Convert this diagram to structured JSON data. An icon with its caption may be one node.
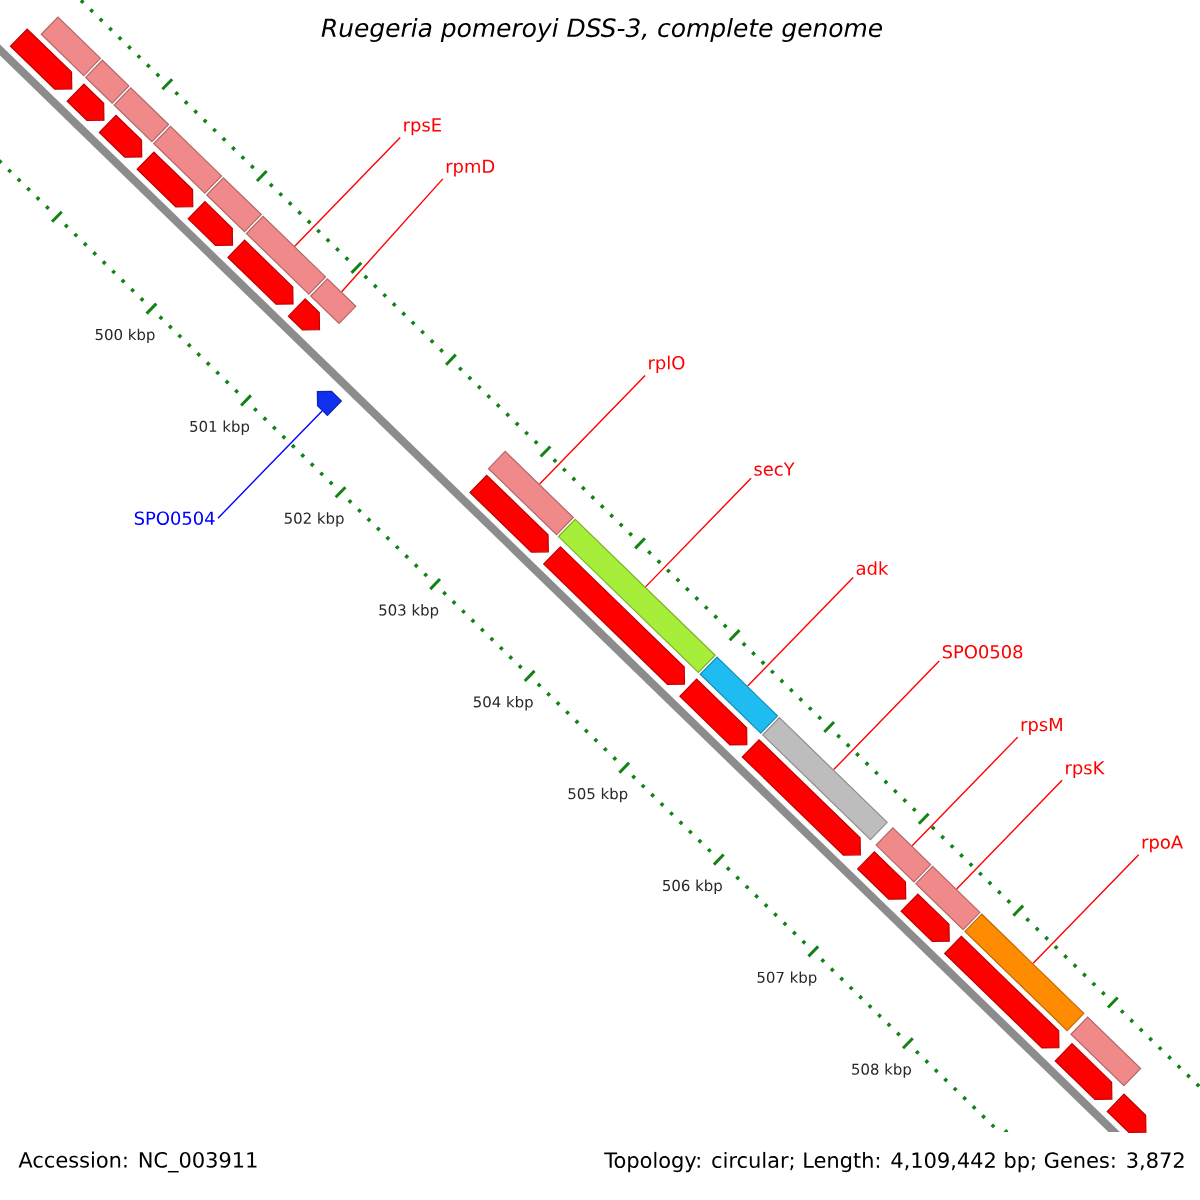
{
  "diagram": {
    "title": "Ruegeria pomeroyi DSS-3, complete genome",
    "nodes": [
      {
        "text": [
          "rpsE"
        ]
      },
      {
        "text": [
          "rpmD"
        ]
      },
      {
        "text": [
          "rplO"
        ]
      },
      {
        "text": [
          "secY"
        ]
      },
      {
        "text": [
          "adk"
        ]
      },
      {
        "text": [
          "SPO0508"
        ]
      },
      {
        "text": [
          "rpsM"
        ]
      },
      {
        "text": [
          "rpsK"
        ]
      },
      {
        "text": [
          "rpoA"
        ]
      },
      {
        "text": [
          "SPO0504"
        ]
      },
      {
        "text": [],
        "shape": "arrow"
      },
      {
        "text": [],
        "shape": "box"
      },
      {
        "text": [],
        "shape": "arrow"
      },
      {
        "text": [],
        "shape": "box"
      },
      {
        "text": [],
        "shape": "box"
      },
      {
        "text": [],
        "shape": "arrow"
      },
      {
        "text": [],
        "shape": "arrow"
      },
      {
        "text": [],
        "shape": "box"
      },
      {
        "text": [],
        "shape": "arrow"
      },
      {
        "text": [],
        "shape": "box"
      },
      {
        "text": [],
        "shape": "arrow"
      },
      {
        "text": [],
        "shape": "box"
      },
      {
        "text": [],
        "shape": "arrow"
      },
      {
        "text": [],
        "shape": "box"
      },
      {
        "text": [],
        "shape": "arrow"
      },
      {
        "text": [],
        "shape": "arrow"
      },
      {
        "text": [],
        "shape": "box"
      },
      {
        "text": [],
        "shape": "box"
      },
      {
        "text": [],
        "shape": "arrow"
      },
      {
        "text": [],
        "shape": "arrow"
      },
      {
        "text": [],
        "shape": "box"
      },
      {
        "text": [],
        "shape": "arrow"
      },
      {
        "text": [],
        "shape": "box"
      },
      {
        "text": [],
        "shape": "arrow"
      },
      {
        "text": [],
        "shape": "box"
      },
      {
        "text": [],
        "shape": "box"
      },
      {
        "text": [],
        "shape": "arrow"
      },
      {
        "text": [],
        "shape": "arrow"
      },
      {
        "text": [],
        "shape": "box"
      },
      {
        "text": [],
        "shape": "box"
      },
      {
        "text": [],
        "shape": "arrow"
      },
      {
        "text": [],
        "shape": "arrow"
      }
    ],
    "edges": [
      {
        "from": 0,
        "to": 21,
        "arrow": "none"
      },
      {
        "from": 1,
        "to": 23,
        "arrow": "none"
      },
      {
        "from": 2,
        "to": 26,
        "arrow": "none"
      },
      {
        "from": 3,
        "to": 27,
        "arrow": "none"
      },
      {
        "from": 4,
        "to": 30,
        "arrow": "none"
      },
      {
        "from": 5,
        "to": 32,
        "arrow": "none"
      },
      {
        "from": 6,
        "to": 34,
        "arrow": "none"
      },
      {
        "from": 7,
        "to": 35,
        "arrow": "none"
      },
      {
        "from": 8,
        "to": 38,
        "arrow": "none"
      },
      {
        "from": 9,
        "to": 24,
        "arrow": "none",
        "color": "#0000ff"
      }
    ],
    "labels": [
      "500 kbp",
      "501 kbp",
      "502 kbp",
      "503 kbp",
      "504 kbp",
      "505 kbp",
      "506 kbp",
      "507 kbp",
      "508 kbp",
      "Accession: NC_003911",
      "Topology: circular; Length: 4,109,442 bp; Genes: 3,872"
    ]
  }
}
